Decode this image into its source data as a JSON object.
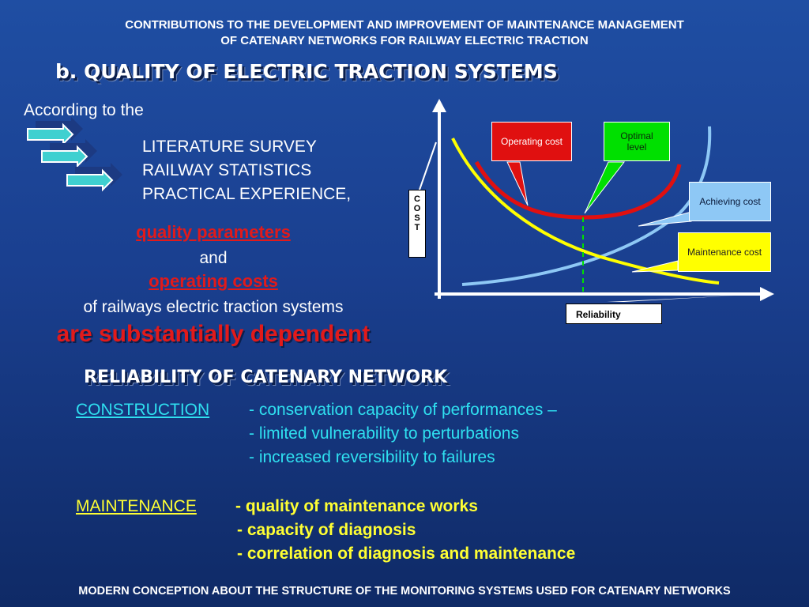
{
  "header": {
    "line1": "CONTRIBUTIONS TO THE DEVELOPMENT AND IMPROVEMENT OF MAINTENANCE MANAGEMENT",
    "line2": "OF CATENARY NETWORKS FOR RAILWAY ELECTRIC TRACTION"
  },
  "section_title": "b. QUALITY OF ELECTRIC TRACTION SYSTEMS",
  "left": {
    "intro": "According to the",
    "sources": [
      "LITERATURE SURVEY",
      "RAILWAY STATISTICS",
      "PRACTICAL EXPERIENCE,"
    ],
    "quality_parameters": "quality parameters",
    "and": "and",
    "operating_costs": "operating costs",
    "of_railways": "of railways electric traction systems",
    "dependent": "are substantially dependent"
  },
  "chart": {
    "y_axis_label": "C\nO\nS\nT",
    "x_axis_label": "Reliability",
    "callouts": {
      "operating_cost": "Operating cost",
      "optimal_level": "Optimal level",
      "achieving_cost": "Achieving cost",
      "maintenance_cost": "Maintenance cost"
    }
  },
  "colors": {
    "operating": "#e01010",
    "maintenance": "#ffff00",
    "achieving": "#8ec8f5",
    "optimal": "#00e000"
  },
  "reliability_title": "RELIABILITY OF CATENARY NETWORK",
  "construction": {
    "label": "CONSTRUCTION",
    "items": [
      "- conservation capacity of performances –",
      "- limited vulnerability to perturbations",
      "- increased reversibility to failures"
    ]
  },
  "maintenance": {
    "label": "MAINTENANCE",
    "items": [
      "- quality of maintenance works",
      "- capacity of diagnosis",
      "- correlation of diagnosis and maintenance"
    ]
  },
  "footer": "MODERN CONCEPTION ABOUT THE STRUCTURE  OF THE MONITORING SYSTEMS USED FOR CATENARY NETWORKS"
}
